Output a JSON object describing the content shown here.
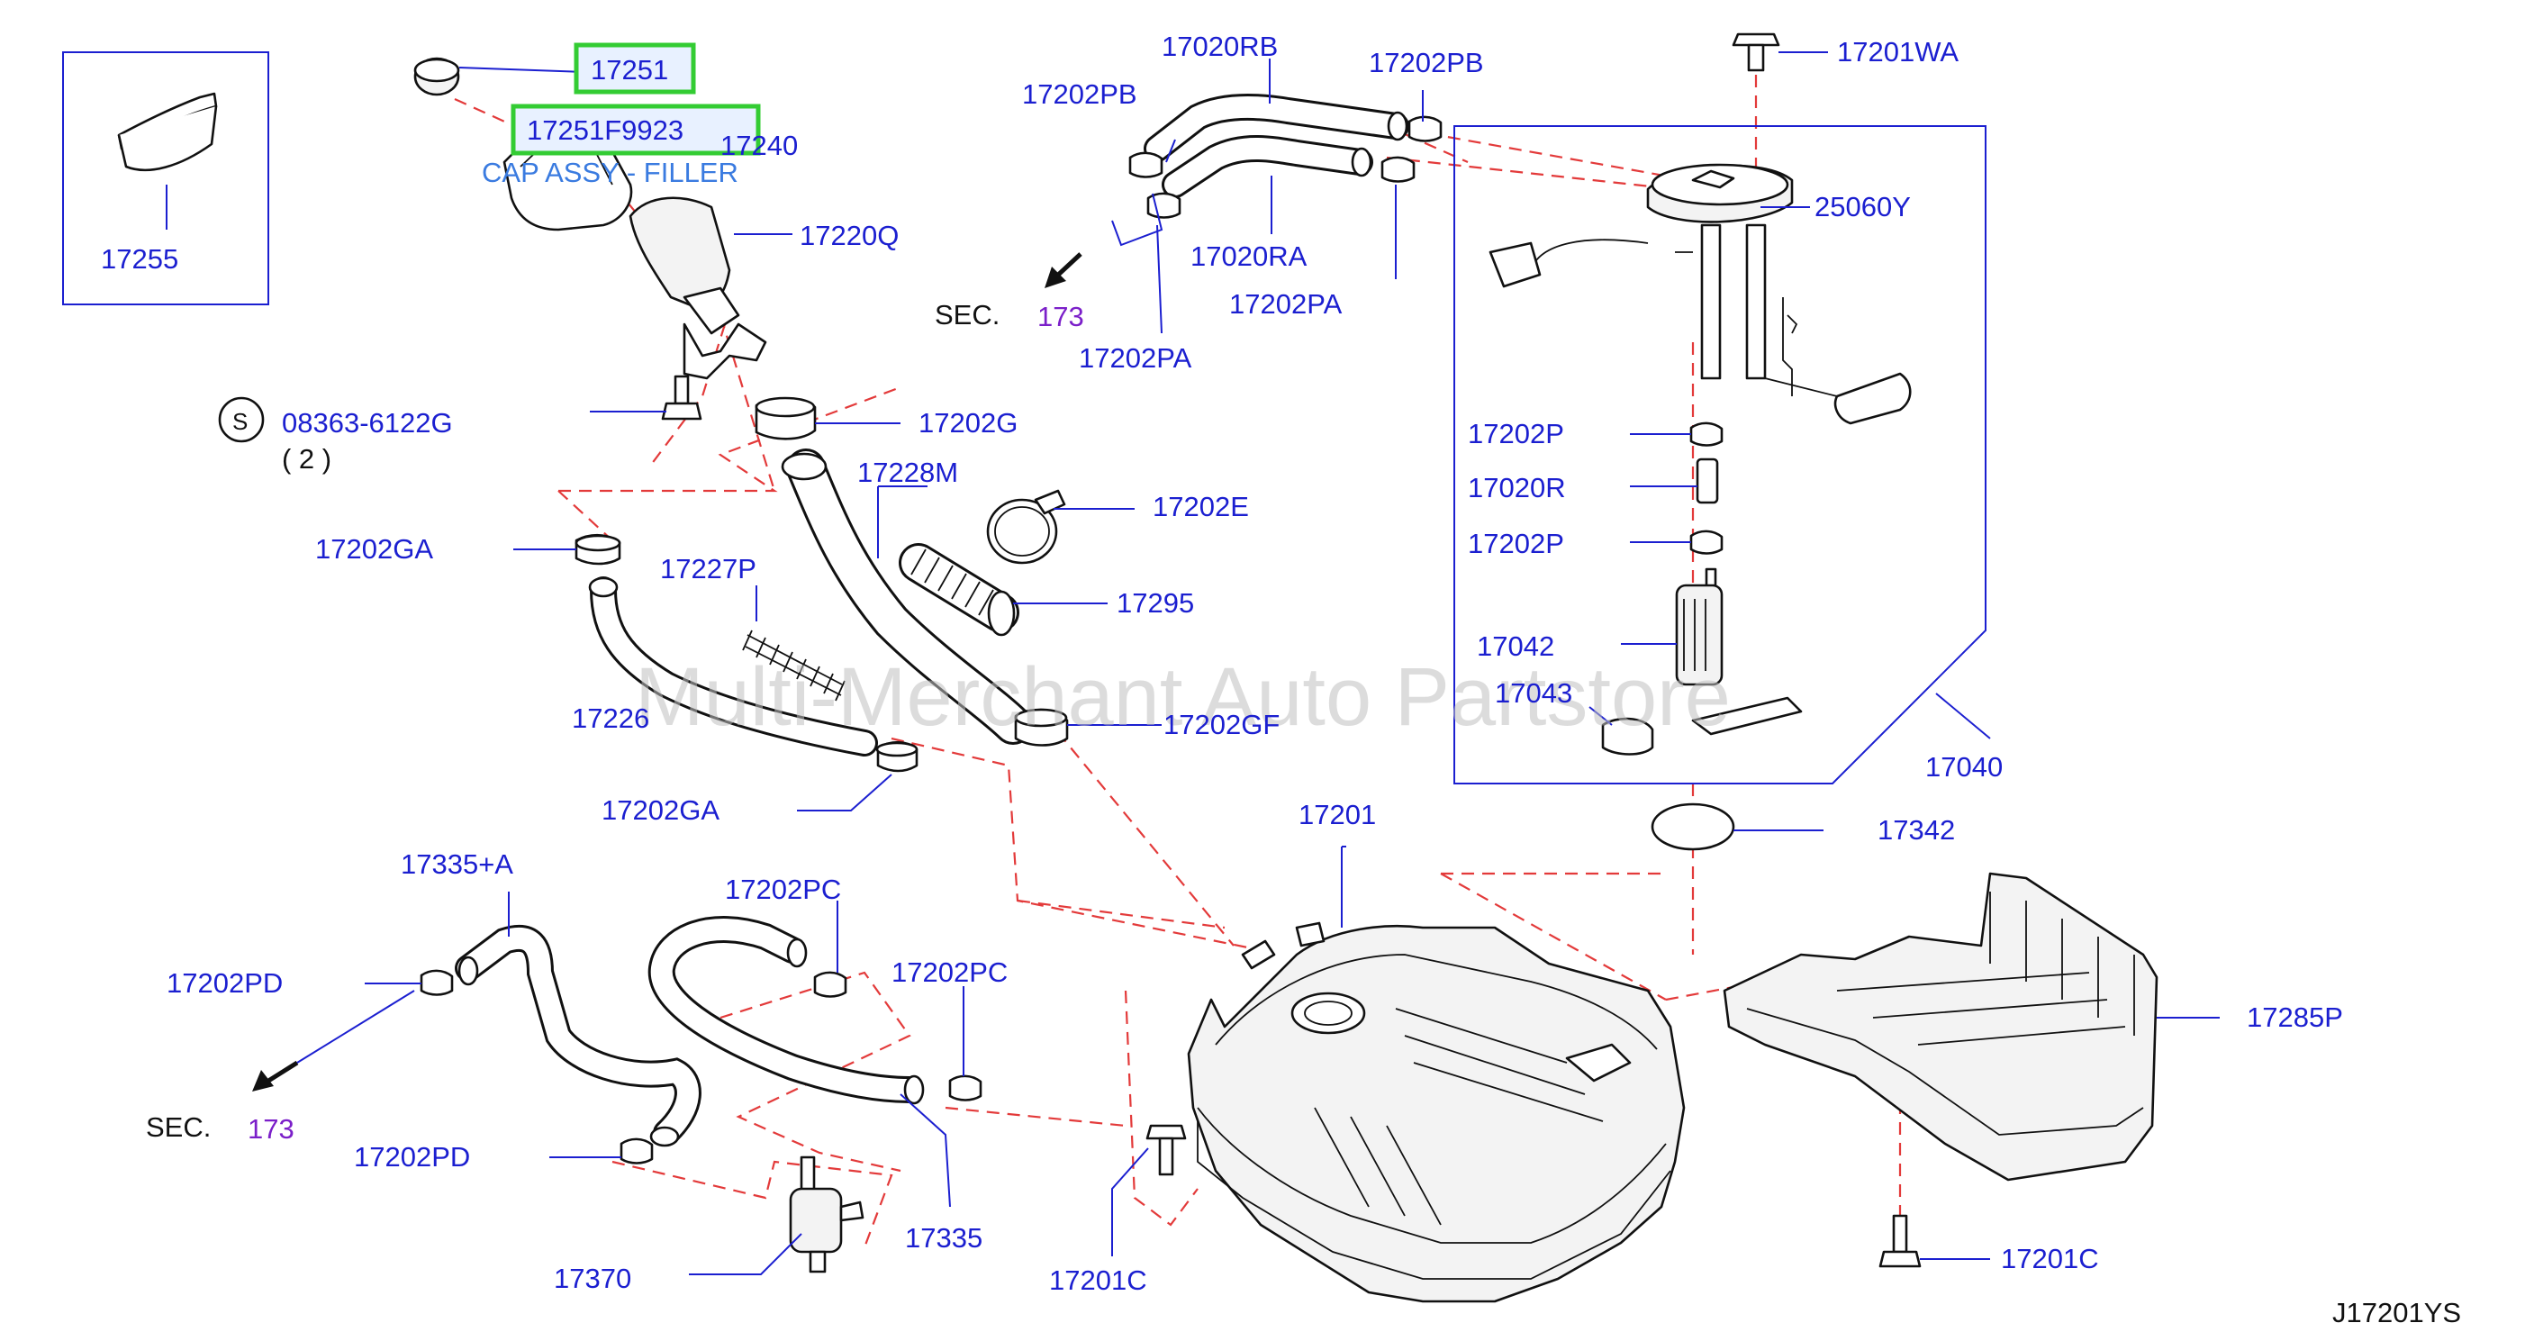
{
  "labels": {
    "p17255": "17255",
    "p17251": "17251",
    "p17251f": "17251F9923",
    "p17240": "17240",
    "cap_assy": "CAP ASSY - FILLER",
    "p17220q": "17220Q",
    "p08363": "08363-6122G",
    "qty2": "( 2 )",
    "s_mark": "S",
    "p17202g": "17202G",
    "p17228m": "17228M",
    "p17202e": "17202E",
    "p17202ga_top": "17202GA",
    "p17227p": "17227P",
    "p17295": "17295",
    "p17226": "17226",
    "p17202gf": "17202GF",
    "p17202ga_bot": "17202GA",
    "p17020rb": "17020RB",
    "p17202pb_l": "17202PB",
    "p17202pb_r": "17202PB",
    "p17020ra": "17020RA",
    "p17202pa_r": "17202PA",
    "p17202pa_l": "17202PA",
    "sec_top": "SEC.",
    "sec_top_num": "173",
    "p17201wa": "17201WA",
    "p25060y": "25060Y",
    "p17202p_a": "17202P",
    "p17020r": "17020R",
    "p17202p_b": "17202P",
    "p17042": "17042",
    "p17043": "17043",
    "p17040": "17040",
    "p17342": "17342",
    "p17201": "17201",
    "p17335a": "17335+A",
    "p17202pd_top": "17202PD",
    "sec_bot": "SEC.",
    "sec_bot_num": "173",
    "p17202pd_bot": "17202PD",
    "p17202pc_top": "17202PC",
    "p17202pc_r": "17202PC",
    "p17335": "17335",
    "p17370": "17370",
    "p17201c_l": "17201C",
    "p17285p": "17285P",
    "p17201c_r": "17201C",
    "diagram_code": "J17201YS"
  },
  "watermark": "Multi-Merchant Auto Partstore",
  "colors": {
    "label": "#1b1fd0",
    "section_number": "#7b1fc9",
    "dash": "#e33a3a",
    "highlight_border": "#33cc33",
    "highlight_fill": "#e8f1ff"
  }
}
